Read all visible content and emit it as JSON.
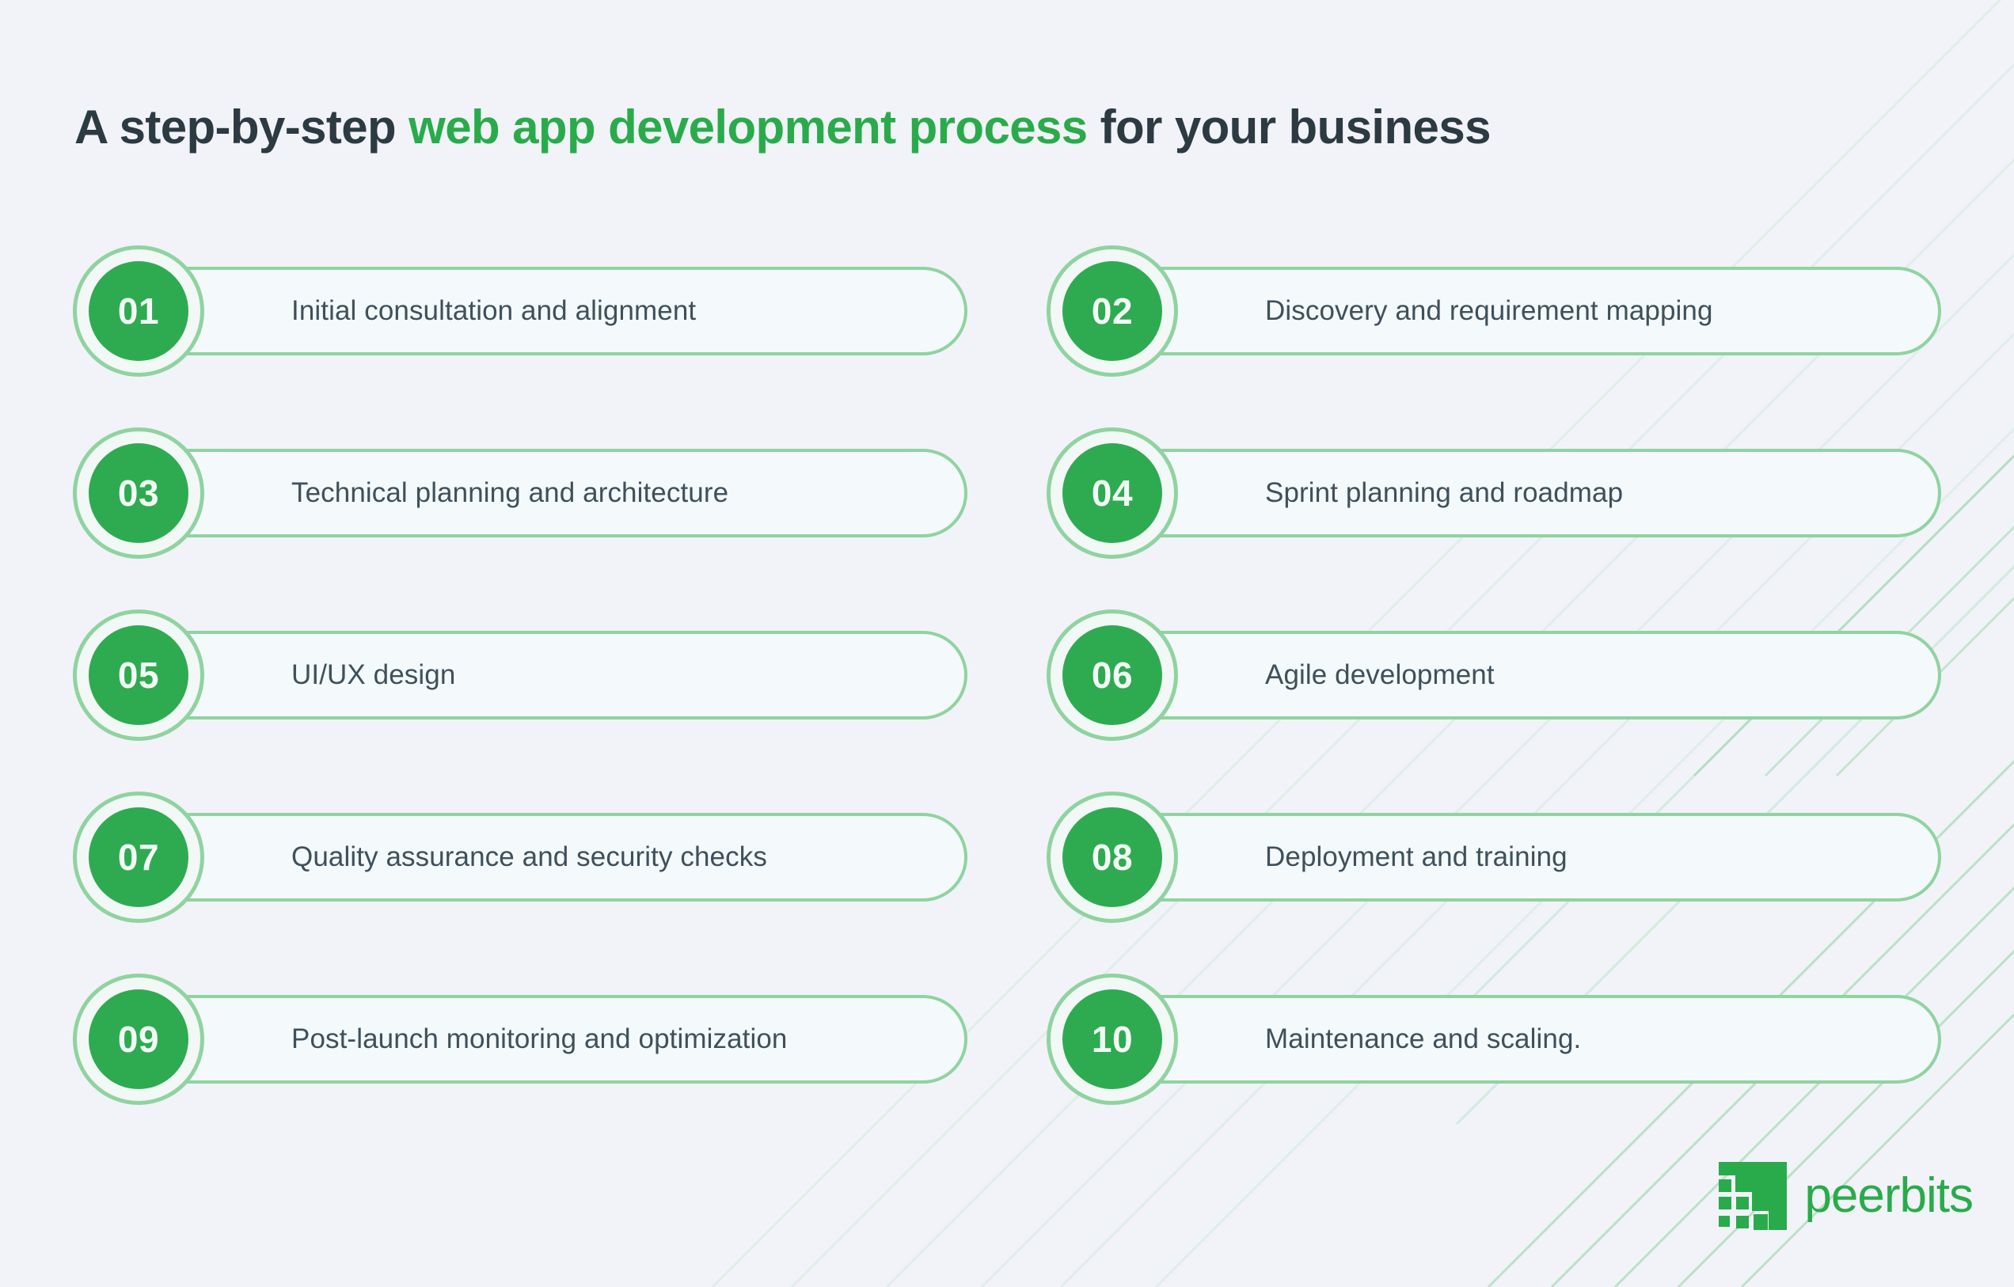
{
  "theme": {
    "background": "#f1f3f8",
    "accent_green": "#2aab4b",
    "badge_green": "#2eab51",
    "border_green": "#90d3a0",
    "card_background": "#f4f9fb",
    "title_color": "#2c3a42",
    "label_color": "#3e505b"
  },
  "title": {
    "lead": "A step-by-step ",
    "accent": "web app development process",
    "trail": " for your business"
  },
  "steps": [
    {
      "number": "01",
      "label": "Initial consultation and alignment"
    },
    {
      "number": "02",
      "label": "Discovery and requirement mapping"
    },
    {
      "number": "03",
      "label": "Technical planning and architecture"
    },
    {
      "number": "04",
      "label": "Sprint planning and roadmap"
    },
    {
      "number": "05",
      "label": "UI/UX design"
    },
    {
      "number": "06",
      "label": "Agile development"
    },
    {
      "number": "07",
      "label": "Quality assurance and security checks"
    },
    {
      "number": "08",
      "label": "Deployment and training"
    },
    {
      "number": "09",
      "label": "Post-launch monitoring and optimization"
    },
    {
      "number": "10",
      "label": "Maintenance and scaling."
    }
  ],
  "logo": {
    "wordmark": "peerbits",
    "mark_name": "peerbits-logo-mark"
  }
}
